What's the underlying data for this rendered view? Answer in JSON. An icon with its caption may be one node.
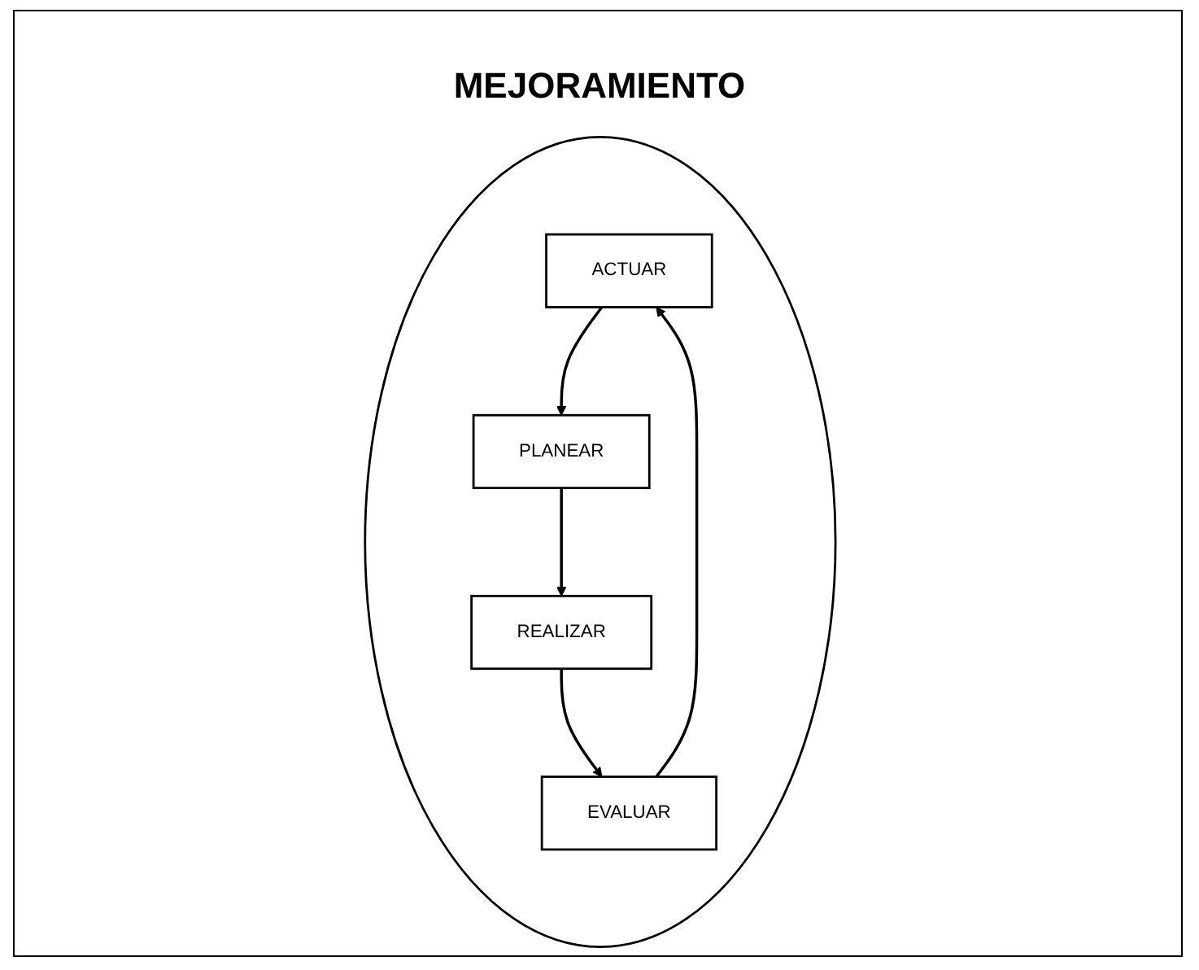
{
  "diagram": {
    "title": "MEJORAMIENTO",
    "nodes": [
      {
        "text": [],
        "shape": "circle"
      },
      {
        "text": [
          "ACTUAR"
        ],
        "in": 0
      },
      {
        "text": [
          "PLANEAR"
        ],
        "in": 0
      },
      {
        "text": [
          "EVALUAR"
        ],
        "in": 0
      },
      {
        "text": [
          "REALIZAR"
        ],
        "in": 0
      }
    ],
    "edges": [
      {
        "from": 2,
        "to": 4,
        "arrow": "to"
      },
      {
        "from": 4,
        "to": 3,
        "arrow": "to"
      },
      {
        "from": 3,
        "to": 1,
        "arrow": "to"
      },
      {
        "from": 1,
        "to": 2,
        "arrow": "to"
      }
    ]
  }
}
